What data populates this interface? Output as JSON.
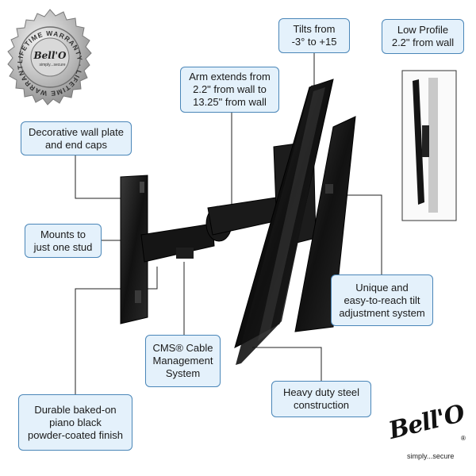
{
  "seal": {
    "ring_text": "LIFETIME WARRANTY · LIFETIME WARRANTY ·",
    "brand": "Bell'O",
    "tagline": "simply...secure"
  },
  "callouts": {
    "wall_plate": "Decorative wall plate\nand end caps",
    "one_stud": "Mounts to\njust one stud",
    "finish": "Durable baked-on\npiano black\npowder-coated finish",
    "arm": "Arm extends from\n2.2\" from wall to\n13.25\" from wall",
    "cms": "CMS® Cable\nManagement\nSystem",
    "tilt": "Tilts from\n-3° to +15",
    "low_profile": "Low Profile\n2.2\" from wall",
    "tilt_adjust": "Unique and\neasy-to-reach tilt\nadjustment system",
    "steel": "Heavy duty steel\nconstruction"
  },
  "logo": {
    "brand": "Bell'O",
    "tagline": "simply...secure",
    "trademark": "®"
  },
  "colors": {
    "callout_fill": "#e4f1fb",
    "callout_border": "#4a86b8",
    "leader_line": "#222222",
    "mount_black": "#151515",
    "seal_silver": "#b8b8b8"
  }
}
